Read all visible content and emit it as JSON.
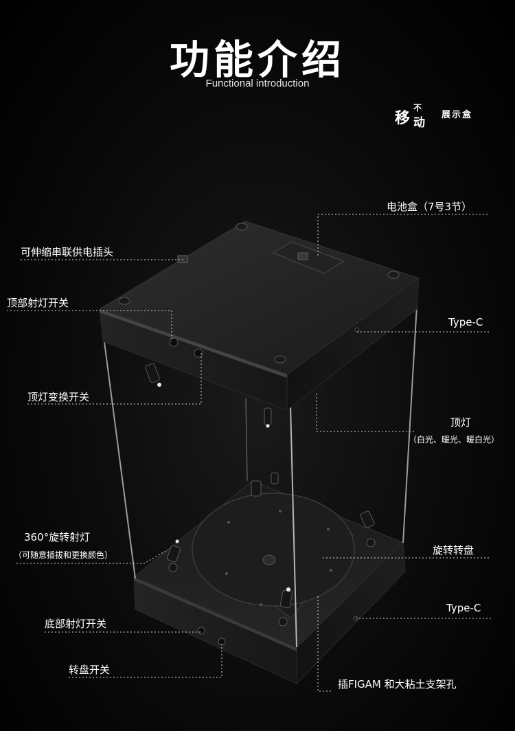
{
  "header": {
    "title": "功能介绍",
    "subtitle": "Functional introduction"
  },
  "brand": {
    "part1": "移",
    "part2": "不",
    "part3": "动",
    "part4": "展示盒"
  },
  "callouts": {
    "battery_box": "电池盒（7号3节）",
    "chain_plug": "可伸缩串联供电插头",
    "top_spot_switch": "顶部射灯开关",
    "type_c_top": "Type-C",
    "top_light_switch": "顶灯变换开关",
    "top_light": "顶灯",
    "top_light_modes": "（白光、暖光、暖白光）",
    "rotating_spot": "360°旋转射灯",
    "rotating_spot_note": "（可随意插拔和更换颜色）",
    "turntable": "旋转转盘",
    "type_c_bottom": "Type-C",
    "bottom_spot_switch": "底部射灯开关",
    "turntable_switch": "转盘开关",
    "figure_holes": "插FIGAM 和大粘土支架孔"
  }
}
